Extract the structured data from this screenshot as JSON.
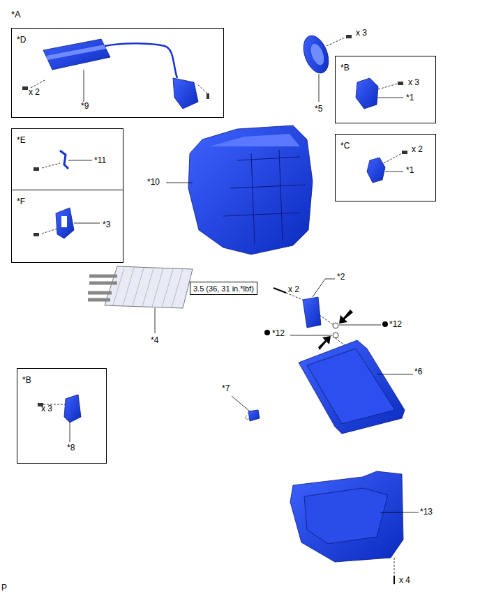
{
  "diagram": {
    "nodes": [
      {
        "text": [
          "*D",
          "x 2",
          "*9"
        ]
      },
      {
        "text": [
          "*B",
          "x 3",
          "*1"
        ]
      },
      {
        "text": [
          "*C",
          "x 2",
          "*1"
        ]
      },
      {
        "text": [
          "*E",
          "*11"
        ]
      },
      {
        "text": [
          "*F",
          "*3"
        ]
      },
      {
        "text": [
          "3.5 (36, 31 in.*lbf)"
        ]
      },
      {
        "text": [
          "*B",
          "x 3",
          "*8"
        ]
      }
    ],
    "labels": [
      "*A",
      "x 3",
      "*5",
      "*10",
      "*2",
      "x 2",
      "*4",
      "*12",
      "*12",
      "*6",
      "*7",
      "*13",
      "x 4",
      "P"
    ]
  }
}
